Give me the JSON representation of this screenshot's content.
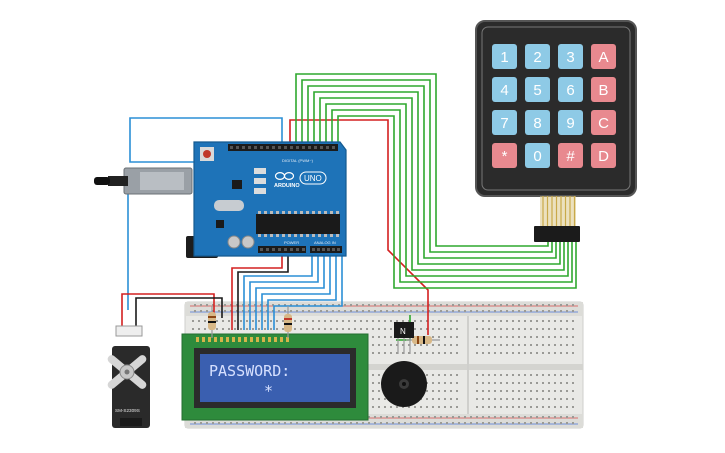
{
  "arduino": {
    "brand": "ARDUINO",
    "model": "UNO",
    "digital_header_label": "DIGITAL (PWM~)",
    "power_label": "POWER",
    "analog_label": "ANALOG IN"
  },
  "keypad": {
    "rows": [
      [
        "1",
        "2",
        "3",
        "A"
      ],
      [
        "4",
        "5",
        "6",
        "B"
      ],
      [
        "7",
        "8",
        "9",
        "C"
      ],
      [
        "*",
        "0",
        "#",
        "D"
      ]
    ],
    "colors": {
      "digit": "#8ecae6",
      "letter": "#e8898f",
      "body": "#2b2b2b",
      "frame": "#555555"
    }
  },
  "lcd": {
    "line1": "PASSWORD:",
    "line2": "*",
    "colors": {
      "pcb": "#2e8b3c",
      "screen": "#3a5fb0",
      "text": "#d6e0ff"
    }
  },
  "servo": {
    "label": "SM-S2309S"
  },
  "transistor": {
    "label": "N"
  },
  "wire_colors": {
    "green": "#2fa82f",
    "red": "#d42020",
    "blue": "#2b8fd6",
    "black": "#1a1a1a"
  }
}
